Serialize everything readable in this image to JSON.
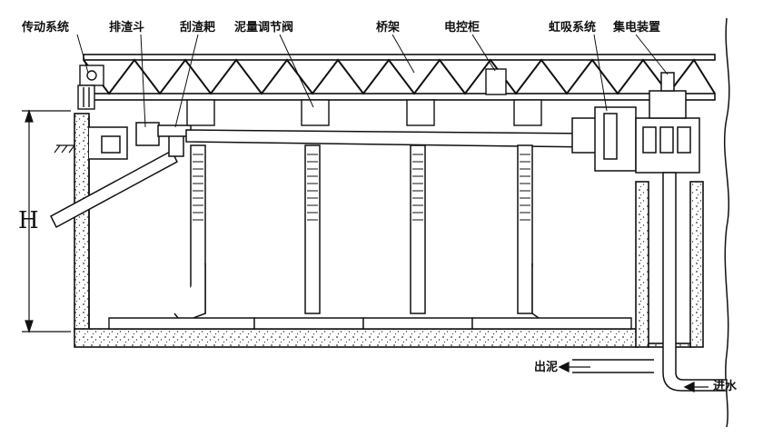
{
  "labels": {
    "drive_system": "传动系统",
    "scum_hopper": "排渣斗",
    "scum_skimmer": "刮渣耙",
    "sludge_valve": "泥量调节阀",
    "bridge": "桥架",
    "control_cabinet": "电控柜",
    "siphon_system": "虹吸系统",
    "collector": "集电装置",
    "sludge_out": "出泥",
    "water_in": "进水",
    "depth": "H"
  }
}
